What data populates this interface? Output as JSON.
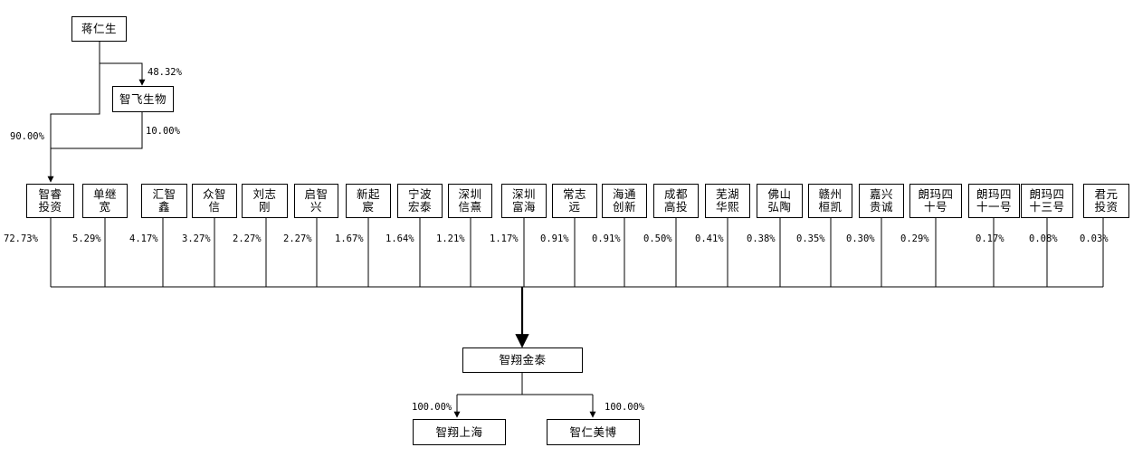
{
  "top": {
    "person": "蒋仁生",
    "company": "智飞生物",
    "person_to_company_pct": "48.32%",
    "person_to_target_pct": "90.00%",
    "company_to_target_pct": "10.00%"
  },
  "shareholders": [
    {
      "name": "智睿\n投资",
      "pct": "72.73%"
    },
    {
      "name": "单继\n宽",
      "pct": "5.29%"
    },
    {
      "name": "汇智\n鑫",
      "pct": "4.17%"
    },
    {
      "name": "众智\n信",
      "pct": "3.27%"
    },
    {
      "name": "刘志\n刚",
      "pct": "2.27%"
    },
    {
      "name": "启智\n兴",
      "pct": "2.27%"
    },
    {
      "name": "新起\n宸",
      "pct": "1.67%"
    },
    {
      "name": "宁波\n宏泰",
      "pct": "1.64%"
    },
    {
      "name": "深圳\n信熹",
      "pct": "1.21%"
    },
    {
      "name": "深圳\n富海",
      "pct": "1.17%"
    },
    {
      "name": "常志\n远",
      "pct": "0.91%"
    },
    {
      "name": "海通\n创新",
      "pct": "0.91%"
    },
    {
      "name": "成都\n高投",
      "pct": "0.50%"
    },
    {
      "name": "芜湖\n华熙",
      "pct": "0.41%"
    },
    {
      "name": "佛山\n弘陶",
      "pct": "0.38%"
    },
    {
      "name": "赣州\n桓凯",
      "pct": "0.35%"
    },
    {
      "name": "嘉兴\n贵诚",
      "pct": "0.30%"
    },
    {
      "name": "朗玛四\n十号",
      "pct": "0.29%"
    },
    {
      "name": "朗玛四\n十一号",
      "pct": "0.17%"
    },
    {
      "name": "朗玛四\n十三号",
      "pct": "0.08%"
    },
    {
      "name": "君元\n投资",
      "pct": "0.03%"
    }
  ],
  "target": {
    "name": "智翔金泰"
  },
  "subsidiaries": [
    {
      "name": "智翔上海",
      "pct": "100.00%"
    },
    {
      "name": "智仁美博",
      "pct": "100.00%"
    }
  ]
}
